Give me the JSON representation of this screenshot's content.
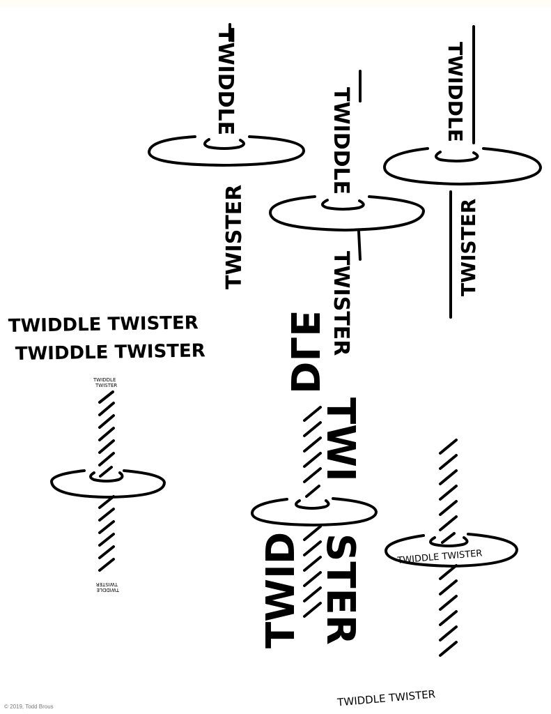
{
  "sheet": {
    "background": "#ffffff",
    "ink_color": "#000000",
    "copyright": "© 2019, Todd Brous"
  },
  "concepts": {
    "top_left": {
      "upper_word": "TWIDDLE",
      "lower_word": "TWISTER",
      "orientation": "vertical-rotated"
    },
    "top_middle": {
      "upper_word": "TWIDDLE",
      "lower_word": "TWISTER",
      "orientation": "vertical-stem"
    },
    "top_right": {
      "upper_word": "TWIDDLE",
      "lower_word": "TWISTER",
      "orientation": "vertical-stem-flag"
    },
    "wordmark_line_1": "TWIDDLE TWISTER",
    "wordmark_line_2": "TWIDDLE TWISTER",
    "small_top_label_1": "TWIDDLE",
    "small_top_label_2": "TWISTER",
    "small_bottom_label_1": "TWISTER",
    "small_bottom_label_2": "TWIDDLE",
    "big_center": {
      "left_upper": "DLE",
      "left_lower": "TWID",
      "right_upper": "TWI",
      "right_lower": "STER"
    },
    "disc_label": "TWIDDLE TWISTER",
    "bottom_wordmark": "TWIDDLE TWISTER"
  }
}
